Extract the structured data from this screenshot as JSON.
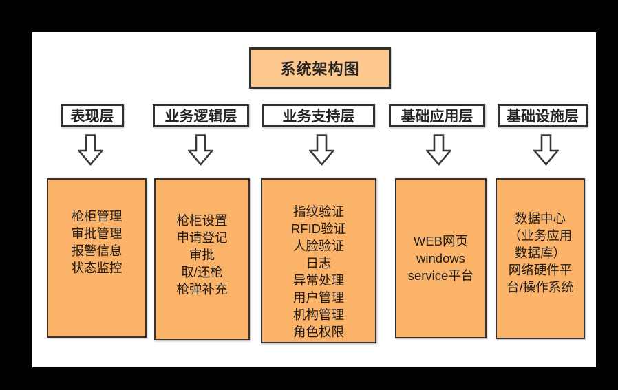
{
  "title": "系统架构图",
  "columns": [
    {
      "header": "表现层",
      "items": [
        "枪柜管理",
        "审批管理",
        "报警信息",
        "状态监控"
      ]
    },
    {
      "header": "业务逻辑层",
      "items": [
        "枪柜设置",
        "申请登记",
        "审批",
        "取/还枪",
        "枪弹补充"
      ]
    },
    {
      "header": "业务支持层",
      "items": [
        "指纹验证",
        "RFID验证",
        "人脸验证",
        "日志",
        "异常处理",
        "用户管理",
        "机构管理",
        "角色权限"
      ]
    },
    {
      "header": "基础应用层",
      "items": [
        "WEB网页",
        "windows",
        "service平台"
      ]
    },
    {
      "header": "基础设施层",
      "items": [
        "数据中心",
        "（业务应用",
        "数据库）",
        "网络硬件平",
        "台/操作系统"
      ]
    }
  ],
  "icons": {
    "arrow": "down-block-arrow-icon"
  },
  "colors": {
    "background": "#000000",
    "canvas": "#FFFFFF",
    "box_fill": "#FBB269",
    "title_fill": "#FCC88E",
    "outline": "#322F2F",
    "text": "#1E1C1C"
  }
}
